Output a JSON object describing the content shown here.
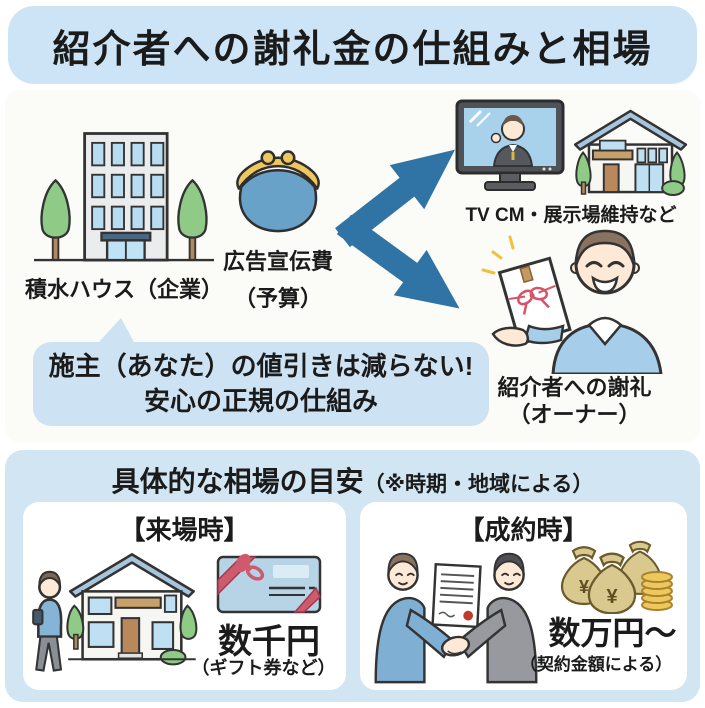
{
  "title": "紹介者への謝礼金の仕組みと相場",
  "flow": {
    "company_label": "積水ハウス（企業）",
    "budget_label_line1": "広告宣伝費",
    "budget_label_line2": "（予算）",
    "tvcm_label": "TV CM・展示場維持など",
    "owner_label_line1": "紹介者への謝礼",
    "owner_label_line2": "（オーナー）",
    "callout_line1": "施主（あなた）の値引きは減らない!",
    "callout_line2": "安心の正規の仕組み"
  },
  "market": {
    "heading_main": "具体的な相場の目安",
    "heading_note": "（※時期・地域による）",
    "cards": [
      {
        "heading": "【来場時】",
        "amount": "数千円",
        "note": "（ギフト券など）"
      },
      {
        "heading": "【成約時】",
        "amount": "数万円〜",
        "note": "（契約金額による）"
      }
    ]
  },
  "icons": {
    "yen_symbol": "¥"
  },
  "colors": {
    "title_bg": "#cce4f5",
    "flow_bg": "#fbfbf8",
    "callout_bg": "#cde3f3",
    "market_bg": "#d2e5f2",
    "card_bg": "#ffffff",
    "arrow": "#2f74a4",
    "text": "#1b1b1b"
  }
}
